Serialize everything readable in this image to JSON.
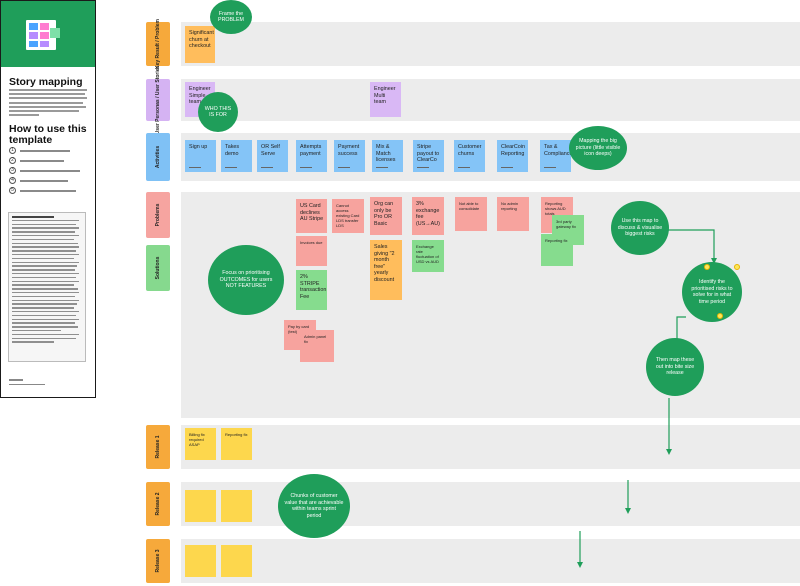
{
  "panel": {
    "title": "Story mapping",
    "howto": "How to use this template",
    "steps": [
      "1",
      "2",
      "3",
      "4",
      "5"
    ]
  },
  "rows": [
    {
      "label": "Key Result / Problem"
    },
    {
      "label": "User Personas / User Stories"
    },
    {
      "label": "Activities"
    },
    {
      "label": "Problems"
    },
    {
      "label": "Solutions"
    },
    {
      "label": "Release 1"
    },
    {
      "label": "Release 2"
    },
    {
      "label": "Release 3"
    }
  ],
  "notes": {
    "significant": "Significant churn at checkout",
    "engineer_simple": "Engineer Simple team",
    "engineer_multi": "Engineer Multi team",
    "sign_up": "Sign up",
    "takes_demo": "Takes demo",
    "or_self_serve": "OR Self Serve",
    "attempts_payment": "Attempts payment",
    "payment_success": "Payment success",
    "mix_match": "Mix & Match licenses",
    "stripe_payout": "Stripe payout to ClearCo",
    "customer_churns": "Customer churns",
    "clearcoin_reporting": "ClearCoin Reporting",
    "tax_compliance": "Tax & Compliance",
    "us_card": "US Card declines AU Stripe",
    "cant_access": "Cannot access existing Card LDS transfer LDS",
    "org_can_only": "Org can only be Pro OR Basic",
    "three_pct_fee": "3% exchange fee (US→AU)",
    "two_pct": "2% STRIPE transaction Fee",
    "sales_giving": "Sales giving \"2 month free\" yearly discount",
    "exchange_rate": "Exchange rate fluctuation of USD vs AUD",
    "small_a": "Not able to consolidate",
    "small_b": "No admin reporting",
    "small_c": "Reporting shows AUD totals",
    "small_d": "Invoices due",
    "small_e": "3rd party gateway fix",
    "small_f": "Reporting fix",
    "small_g": "Pay by card (test)",
    "small_h": "Admin panel fix",
    "small_i": "Billing fix required ASAP"
  },
  "bubbles": {
    "frame": "Frame the PROBLEM",
    "who": "WHO THIS IS FOR",
    "mapping": "Mapping the big picture (little visible icon deeps)",
    "use_map": "Use this map to discuss & visualise biggest risks",
    "identify": "Identify the prioritised risks to solve for in what time period",
    "focus": "Focus on prioritising OUTCOMES for users NOT FEATURES",
    "slice": "Then map these out into bite size release",
    "chunks": "Chunks of customer value that are achievable within teams sprint period"
  }
}
